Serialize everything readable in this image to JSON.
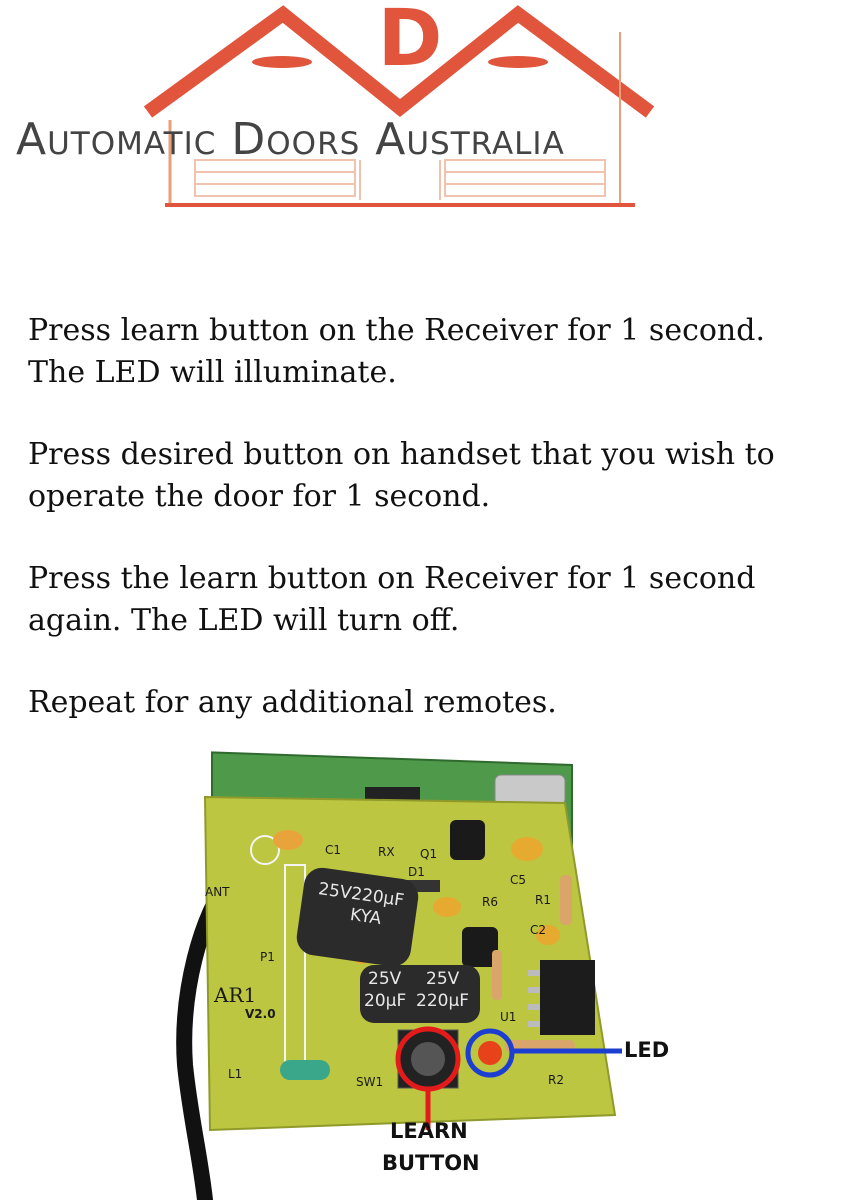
{
  "logo": {
    "letter": "D",
    "company_name": "Automatic Doors Australia",
    "brand_color": "#e0553c",
    "text_color": "#444444"
  },
  "instructions": [
    "Press learn button on the Receiver for 1 second. The LED will illuminate.",
    "Press desired button on handset that you wish to operate the door for 1 second.",
    "Press the learn button on Receiver for 1 second again. The LED will turn off.",
    "Repeat for any additional remotes."
  ],
  "board": {
    "silkscreen": {
      "ant": "ANT",
      "c1": "C1",
      "rx": "RX",
      "q1": "Q1",
      "c5": "C5",
      "d1": "D1",
      "r1": "R1",
      "r6": "R6",
      "c2": "C2",
      "p1": "P1",
      "model": "AR1",
      "version": "V2.0",
      "u1": "U1",
      "l1": "L1",
      "sw1": "SW1",
      "r2": "R2"
    },
    "capacitor_large": [
      "25V220µF",
      "KYA"
    ],
    "capacitor_small_left": [
      "25V",
      "20µF"
    ],
    "capacitor_small_right": [
      "25V",
      "220µF"
    ],
    "led_label": "LED",
    "learn_label_line1": "LEARN",
    "learn_label_line2": "BUTTON",
    "highlight_learn_color": "#e31b1b",
    "highlight_led_color": "#1d3fd1",
    "board_color": "#bcc640"
  }
}
